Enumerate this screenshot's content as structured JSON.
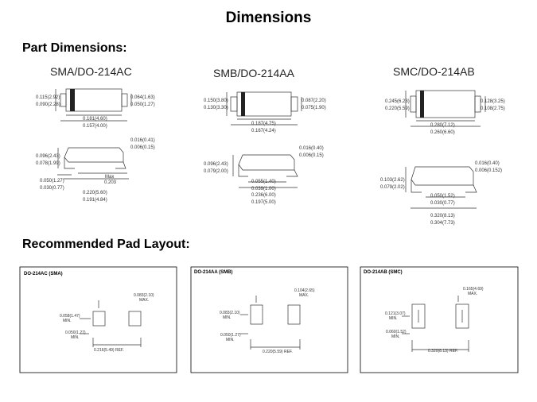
{
  "page": {
    "title": "Dimensions",
    "section_part": "Part Dimensions:",
    "section_pad": "Recommended Pad Layout:"
  },
  "packages": [
    {
      "name": "SMA/DO-214AC",
      "top_left_h": "0.115(2.92)",
      "top_left_l": "0.090(2.28)",
      "top_right_h": "0.064(1.63)",
      "top_right_l": "0.050(1.27)",
      "top_bottom_h": "0.181(4.60)",
      "top_bottom_l": "0.157(4.00)",
      "side_left_h": "0.096(2.43)",
      "side_left_l": "0.078(1.99)",
      "side_right_h": "0.016(0.41)",
      "side_right_l": "0.006(0.15)",
      "side_lead_h": "0.050(1.27)",
      "side_lead_l": "0.030(0.77)",
      "side_max": "Max",
      "side_max_v": "0.203",
      "side_bottom_h": "0.220(5.60)",
      "side_bottom_l": "0.191(4.84)"
    },
    {
      "name": "SMB/DO-214AA",
      "top_left_h": "0.150(3.80)",
      "top_left_l": "0.130(3.30)",
      "top_right_h": "0.087(2.20)",
      "top_right_l": "0.075(1.90)",
      "top_bottom_h": "0.187(4.75)",
      "top_bottom_l": "0.167(4.24)",
      "side_left_h": "0.096(2.43)",
      "side_left_l": "0.079(2.00)",
      "side_right_h": "0.016(0.40)",
      "side_right_l": "0.006(0.15)",
      "side_lead_h": "0.055(1.40)",
      "side_lead_l": "0.039(1.00)",
      "side_bottom_h": "0.236(6.00)",
      "side_bottom_l": "0.197(5.00)"
    },
    {
      "name": "SMC/DO-214AB",
      "top_left_h": "0.245(6.23)",
      "top_left_l": "0.220(5.59)",
      "top_right_h": "0.128(3.25)",
      "top_right_l": "0.108(2.75)",
      "top_bottom_h": "0.280(7.12)",
      "top_bottom_l": "0.260(6.60)",
      "side_left_h": "0.103(2.62)",
      "side_left_l": "0.079(2.02)",
      "side_right_h": "0.016(0.40)",
      "side_right_l": "0.006(0.152)",
      "side_lead_h": "0.050(1.52)",
      "side_lead_l": "0.030(0.77)",
      "side_bottom_h": "0.320(8.13)",
      "side_bottom_l": "0.304(7.73)"
    }
  ],
  "pads": [
    {
      "name": "DO-214AC (SMA)",
      "width_label": "0.058(1.47)",
      "width_min": "MIN.",
      "top_label": "0.083(2.10)",
      "top_max": "MAX.",
      "gap_label": "0.050(1.27)",
      "gap_min": "MIN.",
      "bottom_label": "0.216(5.49) REF."
    },
    {
      "name": "DO-214AA (SMB)",
      "width_label": "0.083(2.10)",
      "width_min": "MIN.",
      "top_label": "0.104(2.65)",
      "top_max": "MAX.",
      "gap_label": "0.050(1.27)",
      "gap_min": "MIN.",
      "bottom_label": "0.220(5.59) REF."
    },
    {
      "name": "DO-214AB (SMC)",
      "width_label": "0.121(3.07)",
      "width_min": "MIN.",
      "top_label": "0.165(4.69)",
      "top_max": "MAX.",
      "gap_label": "0.060(1.52)",
      "gap_min": "MIN.",
      "bottom_label": "0.320(8.13) REF."
    }
  ]
}
